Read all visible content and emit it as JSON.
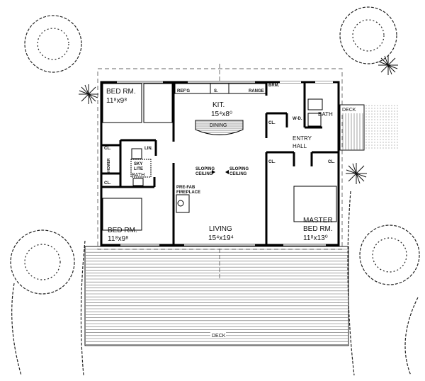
{
  "rooms": {
    "bed1": {
      "name": "BED RM.",
      "size": "11⁸x9⁸"
    },
    "bed2": {
      "name": "BED RM.",
      "size": "11⁸x9⁸"
    },
    "kitchen": {
      "name": "KIT.",
      "size": "15⁴x8⁰"
    },
    "living": {
      "name": "LIVING",
      "size": "15⁴x19⁴"
    },
    "master": {
      "name": "MASTER",
      "name2": "BED RM.",
      "size": "11⁸x13⁰"
    },
    "entry": {
      "name": "ENTRY",
      "name2": "HALL"
    }
  },
  "fixtures": {
    "refg": "REF'G",
    "sink": "S.",
    "range": "RANGE",
    "brm": "BRM.",
    "dining": "DINING",
    "bath_right": "BATH",
    "wd": "W-D.",
    "cl": "CL.",
    "lin": "LIN.",
    "shower": "SHOWER",
    "skylite1": "SKY",
    "skylite2": "LITE",
    "bath_left": "BATH",
    "sloping1": "SLOPING",
    "sloping2": "CEILING",
    "fireplace1": "PRE-FAB",
    "fireplace2": "FIREPLACE"
  },
  "deck": {
    "main": "DECK",
    "side": "DECK"
  }
}
